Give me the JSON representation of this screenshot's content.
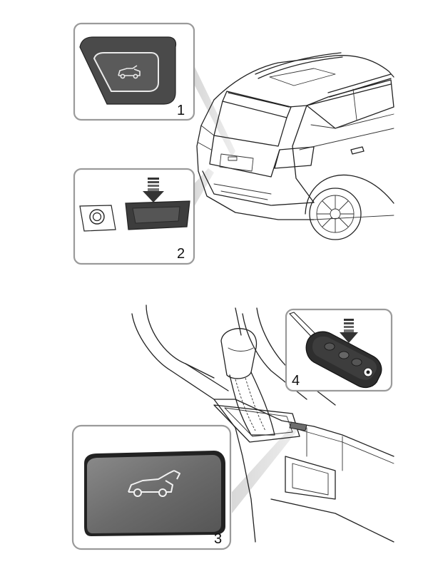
{
  "callouts": [
    {
      "id": 1,
      "label": "1"
    },
    {
      "id": 2,
      "label": "2"
    },
    {
      "id": 3,
      "label": "3"
    },
    {
      "id": 4,
      "label": "4"
    }
  ],
  "icons": {
    "tailgate_switch": "liftgate-car-icon",
    "console_button": "liftgate-car-icon",
    "key_fob": "remote-key-icon",
    "press_arrow": "press-down-arrow-icon"
  },
  "colors": {
    "callout_border": "#9a9a9a",
    "switch_dark": "#4a4a4a",
    "button_gray": "#6e6e6e",
    "line": "#222222"
  }
}
